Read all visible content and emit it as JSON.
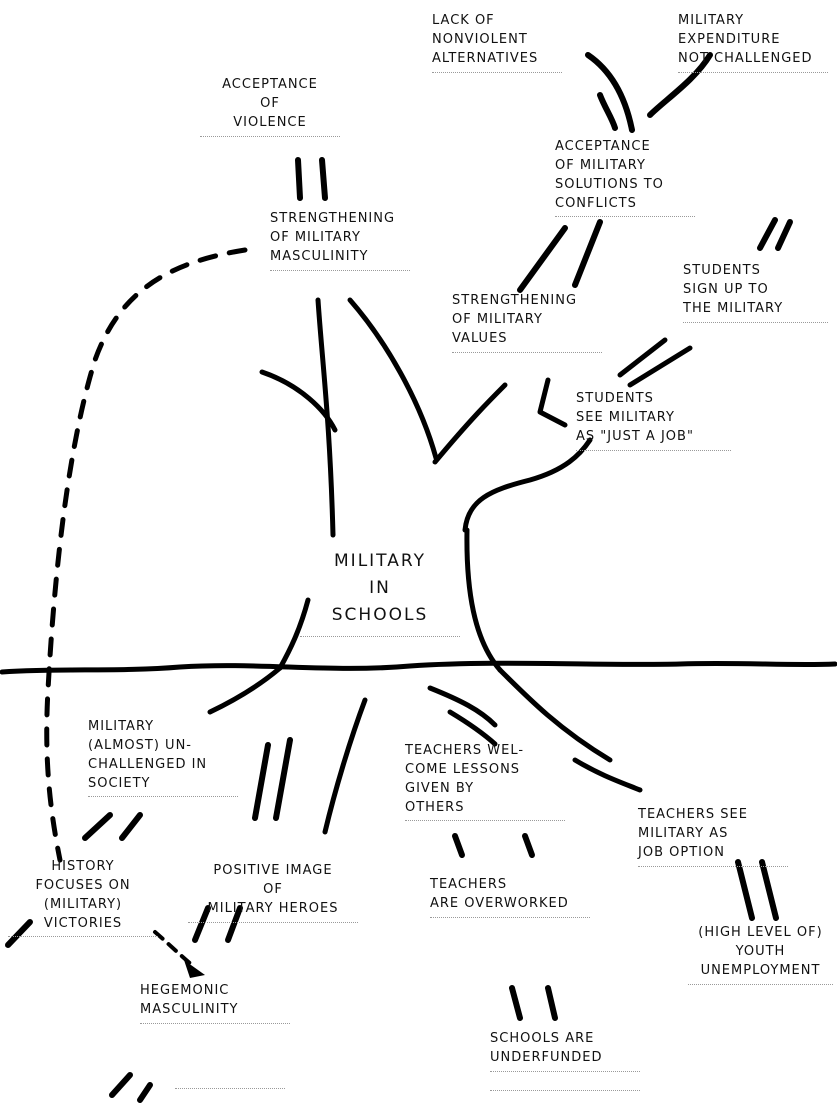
{
  "center": {
    "label": "Military\nin\nSchools"
  },
  "branches": {
    "lack_nonviolent": "Lack of\nNonviolent\nAlternatives",
    "military_expenditure": "Military\nExpenditure\nNot Challenged",
    "acceptance_violence": "Acceptance\nof\nViolence",
    "acceptance_military_solutions": "Acceptance\nof Military\nSolutions to\nConflicts",
    "strengthening_masculinity": "Strengthening\nof Military\nMasculinity",
    "strengthening_values": "Strengthening\nof Military\nValues",
    "students_sign_up": "Students\nSign up to\nThe Military",
    "students_see_job": "Students\nSee Military\nas \"Just a Job\""
  },
  "roots": {
    "military_unchallenged": "Military\n(Almost) Un-\nchallenged in\nSociety",
    "teachers_welcome": "Teachers Wel-\ncome Lessons\nGiven by\nOthers",
    "teachers_see_job": "Teachers See\nMilitary as\nJob Option",
    "history_focuses": "History\nFocuses on\n(Military)\nVictories",
    "positive_image": "Positive Image\nof\nMilitary Heroes",
    "teachers_overworked": "Teachers\nare Overworked",
    "youth_unemployment": "(High Level of)\nYouth\nUnemployment",
    "hegemonic_masculinity": "Hegemonic\nMasculinity",
    "schools_underfunded": "Schools are\nunderfunded"
  }
}
